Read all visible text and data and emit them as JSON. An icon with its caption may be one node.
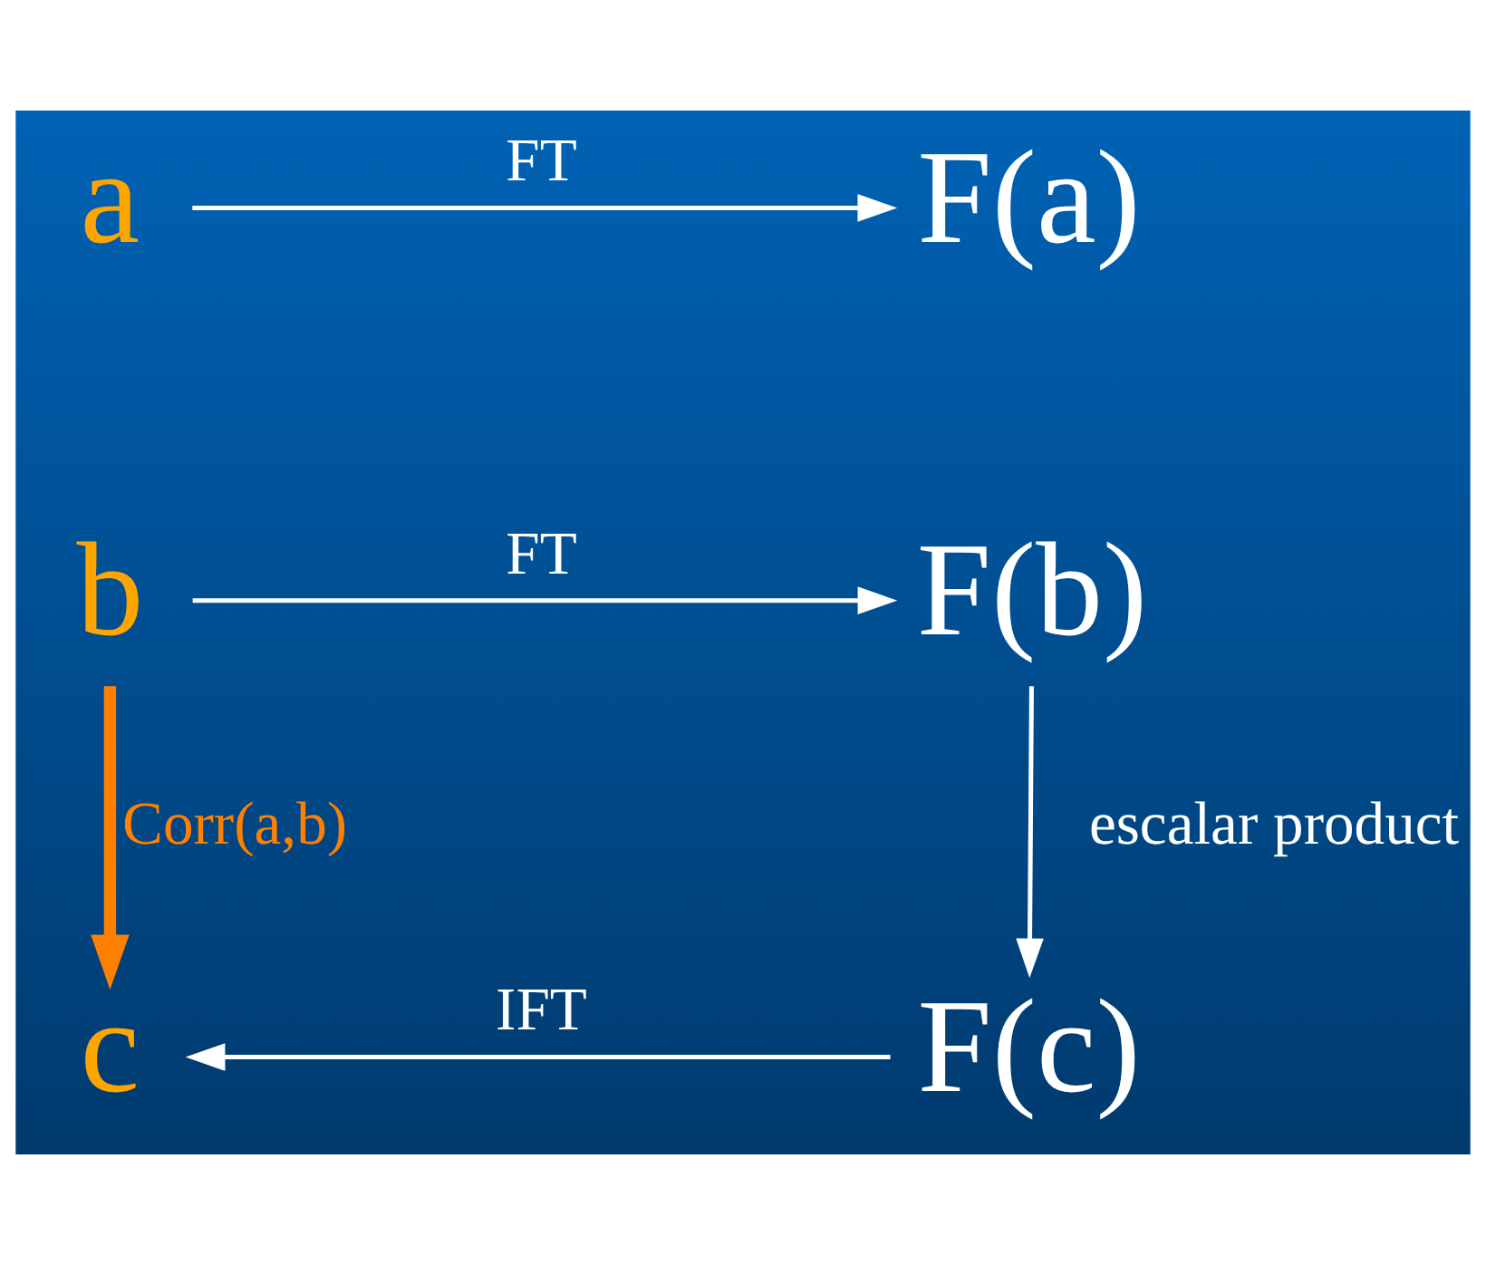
{
  "diagram": {
    "nodes": [
      {
        "text": [
          "a"
        ]
      },
      {
        "text": [
          "F(a)"
        ]
      },
      {
        "text": [
          "b"
        ]
      },
      {
        "text": [
          "F(b)"
        ]
      },
      {
        "text": [
          "c"
        ]
      },
      {
        "text": [
          "F(c)"
        ]
      }
    ],
    "edges": [
      {
        "from": 0,
        "to": 1,
        "arrow": "to",
        "label": "FT"
      },
      {
        "from": 2,
        "to": 3,
        "arrow": "to",
        "label": "FT"
      },
      {
        "from": 2,
        "to": 4,
        "arrow": "to",
        "label": "Corr(a,b)",
        "style": "thick",
        "color": "#ff8000"
      },
      {
        "from": 3,
        "to": 5,
        "arrow": "to",
        "label": "escalar product"
      },
      {
        "from": 5,
        "to": 4,
        "arrow": "to",
        "label": "IFT"
      }
    ]
  }
}
